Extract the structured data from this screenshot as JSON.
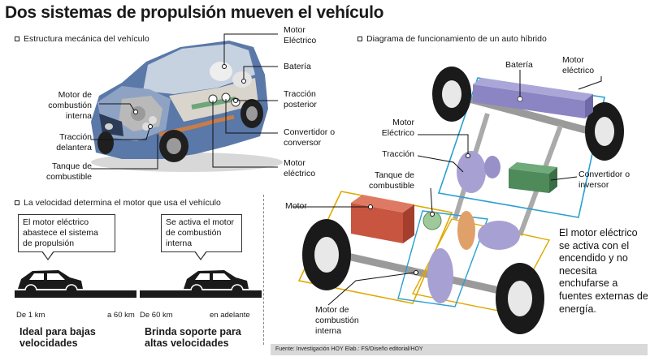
{
  "title": "Dos sistemas de propulsión mueven el vehículo",
  "sections": {
    "mechanical": "Estructura mecánica del vehículo",
    "hybrid_diagram": "Diagrama de funcionamiento de un auto híbrido",
    "speed": "La velocidad determina el motor que usa el vehículo"
  },
  "car_labels": {
    "motor_electrico_top": "Motor\nEléctrico",
    "bateria": "Batería",
    "traccion_posterior": "Tracción\nposterior",
    "convertidor": "Convertidor o\nconversor",
    "motor_electrico_bottom": "Motor\neléctrico",
    "motor_combustion": "Motor de\ncombustión\ninterna",
    "traccion_delantera": "Tracción\ndelantera",
    "tanque": "Tanque de\ncombustible"
  },
  "hybrid_labels": {
    "bateria": "Batería",
    "motor_electrico_top": "Motor\neléctrico",
    "motor_electrico_left": "Motor\nEléctrico",
    "traccion": "Tracción",
    "tanque": "Tanque de\ncombustible",
    "motor": "Motor",
    "convertidor": "Convertidor o\ninversor",
    "motor_combustion": "Motor de\ncombustión\ninterna"
  },
  "hybrid_description": "El motor eléctrico se activa con el encendido y no necesita enchufarse a fuentes externas de energía.",
  "speed": {
    "bubble_left": "El motor eléctrico\nabastece el sistema\nde propulsión",
    "bubble_right": "Se activa el motor\nde combustión\ninterna",
    "km_left_start": "De 1 km",
    "km_left_end": "a 60 km",
    "km_right_start": "De 60 km",
    "km_right_end": "en adelante",
    "caption_left": "Ideal para bajas\nvelocidades",
    "caption_right": "Brinda soporte para\naltas velocidades"
  },
  "source": "Fuente: Investigación HOY  Elab.: FS/Diseño editorial/HOY",
  "colors": {
    "battery": "#8b85c4",
    "electric_motor": "#a7a0d2",
    "converter": "#4e8a5a",
    "engine": "#c8553f",
    "tank": "#9fc99a",
    "traction": "#e0a06a",
    "frame_blue": "#2a9fd0",
    "frame_yellow": "#e0a800"
  }
}
